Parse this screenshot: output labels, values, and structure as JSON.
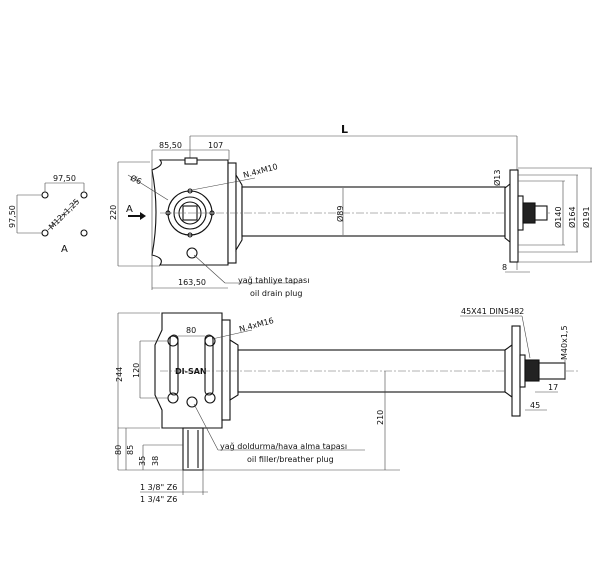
{
  "top_view": {
    "length_label": "L",
    "dim_85_50": "85,50",
    "dim_107": "107",
    "dim_220": "220",
    "dim_163_50": "163,50",
    "dim_p6": "Ø6",
    "bolt_note": "N.4xM10",
    "view_arrow": "A",
    "drain_tr": "yağ tahliye tapası",
    "drain_en": "oil drain plug",
    "dia_13": "Ø13",
    "dia_89": "Ø89",
    "dia_140": "Ø140",
    "dia_164": "Ø164",
    "dia_191": "Ø191",
    "dim_8": "8"
  },
  "view_a": {
    "dim_h": "97,50",
    "dim_v": "97,50",
    "thread": "M12x1,25",
    "label": "A"
  },
  "front_view": {
    "logo": "DI-SAN",
    "dim_80_top": "80",
    "dim_120": "120",
    "dim_244": "244",
    "bolt_note": "N.4xM16",
    "dim_210": "210",
    "dim_80": "80",
    "dim_85": "85",
    "dim_35": "35",
    "dim_38": "38",
    "shaft_1": "1 3/8\" Z6",
    "shaft_2": "1 3/4\" Z6",
    "filler_tr": "yağ doldurma/hava alma tapası",
    "filler_en": "oil filler/breather plug",
    "spline": "45X41 DIN5482",
    "thread": "M40x1,5",
    "dim_17": "17",
    "dim_45": "45"
  }
}
